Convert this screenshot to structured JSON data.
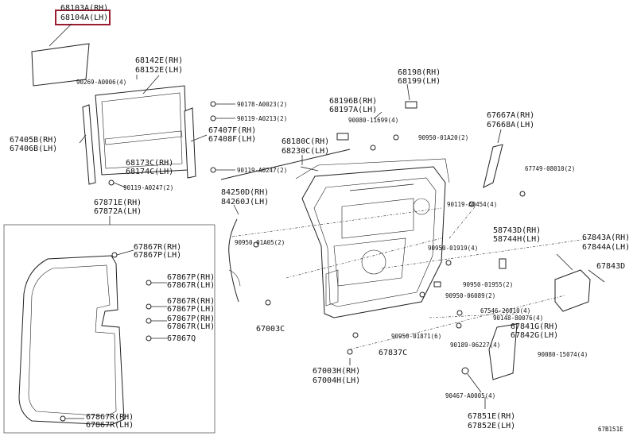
{
  "labels": {
    "p68103A": "68103A(RH)",
    "p68104A": "68104A(LH)",
    "p68142E": "68142E(RH)",
    "p68152E": "68152E(LH)",
    "p90269": "90269-A0006(4)",
    "p90178": "90178-A0023(2)",
    "p90119a": "90119-A0213(2)",
    "p67407F": "67407F(RH)",
    "p67408F": "67408F(LH)",
    "p67405B": "67405B(RH)",
    "p67406B": "67406B(LH)",
    "p68173C": "68173C(RH)",
    "p68174C": "68174C(LH)",
    "p90119b": "90119-A0247(2)",
    "p90119c": "90119-A0247(2)",
    "p67871E": "67871E(RH)",
    "p67872A": "67872A(LH)",
    "p68196B": "68196B(RH)",
    "p68197A": "68197A(LH)",
    "p68198": "68198(RH)",
    "p68199": "68199(LH)",
    "p90080a": "90080-11699(4)",
    "p90950a": "90950-01A20(2)",
    "p67667A": "67667A(RH)",
    "p67668A": "67668A(LH)",
    "p68180C": "68180C(RH)",
    "p68230C": "68230C(LH)",
    "p67749": "67749-08010(2)",
    "p84250D": "84250D(RH)",
    "p84260J": "84260J(LH)",
    "p90119d": "90119-A0454(4)",
    "p58743D": "58743D(RH)",
    "p58744H": "58744H(LH)",
    "p90950b": "90950-01A05(2)",
    "p90950c": "90950-01919(4)",
    "p67843A": "67843A(RH)",
    "p67844A": "67844A(LH)",
    "p67843D": "67843D",
    "p67867Ra": "67867R(RH)",
    "p67867Pa": "67867P(LH)",
    "p67867Pb": "67867P(RH)",
    "p67867Rb": "67867R(LH)",
    "p90950d": "90950-01955(2)",
    "p67867Rc": "67867R(RH)",
    "p67867Pc": "67867P(LH)",
    "p90950e": "90950-06089(2)",
    "p67867Pd": "67867P(RH)",
    "p67867Rd": "67867R(LH)",
    "p67003C": "67003C",
    "p67546": "67546-26010(4)",
    "p90148": "90148-80076(4)",
    "p67867Q": "67867Q",
    "p90950f": "90950-01871(6)",
    "p67841G": "67841G(RH)",
    "p67842G": "67842G(LH)",
    "p90189": "90189-06227(4)",
    "p67837C": "67837C",
    "p90080b": "90080-15074(4)",
    "p67003H": "67003H(RH)",
    "p67004H": "67004H(LH)",
    "p90467": "90467-A0005(4)",
    "p67867Re": "67867R(RH)",
    "p67867Rf": "67867R(LH)",
    "p67851E": "67851E(RH)",
    "p67852E": "67852E(LH)",
    "figure_code": "67B151E"
  },
  "highlight_color": "#9b1b30"
}
